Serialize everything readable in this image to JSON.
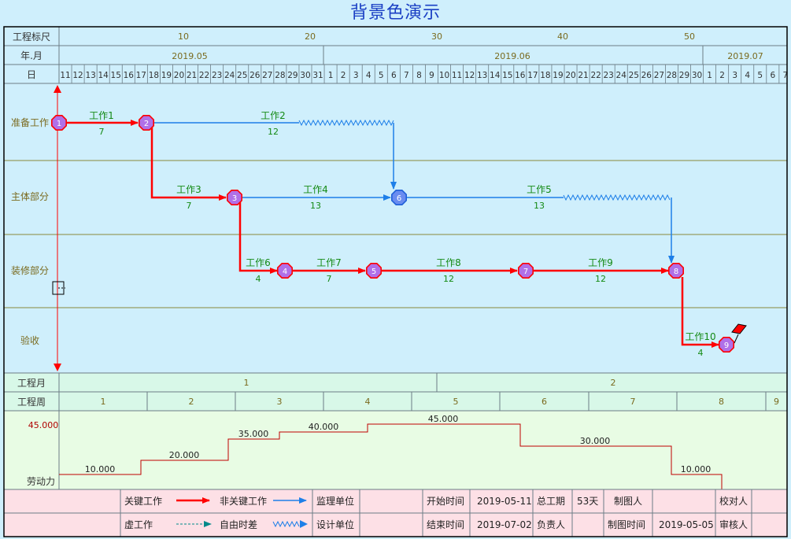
{
  "title": "背景色演示",
  "header": {
    "ruler_label": "工程标尺",
    "month_label": "年.月",
    "day_label": "日",
    "ruler_ticks": [
      "10",
      "20",
      "30",
      "40",
      "50"
    ],
    "months": [
      "2019.05",
      "2019.06",
      "2019.07"
    ],
    "days": [
      "11",
      "12",
      "13",
      "14",
      "15",
      "16",
      "17",
      "18",
      "19",
      "20",
      "21",
      "22",
      "23",
      "24",
      "25",
      "26",
      "27",
      "28",
      "29",
      "30",
      "31",
      "1",
      "2",
      "3",
      "4",
      "5",
      "6",
      "7",
      "8",
      "9",
      "10",
      "11",
      "12",
      "13",
      "14",
      "15",
      "16",
      "17",
      "18",
      "19",
      "20",
      "21",
      "22",
      "23",
      "24",
      "25",
      "26",
      "27",
      "28",
      "29",
      "30",
      "1",
      "2",
      "3",
      "4",
      "5",
      "6",
      "7"
    ]
  },
  "lanes": [
    "准备工作",
    "主体部分",
    "装修部分",
    "验收"
  ],
  "tasks": [
    {
      "name": "工作1",
      "duration": "7",
      "critical": true
    },
    {
      "name": "工作2",
      "duration": "12",
      "critical": false
    },
    {
      "name": "工作3",
      "duration": "7",
      "critical": true
    },
    {
      "name": "工作4",
      "duration": "13",
      "critical": false
    },
    {
      "name": "工作5",
      "duration": "13",
      "critical": false
    },
    {
      "name": "工作6",
      "duration": "4",
      "critical": true
    },
    {
      "name": "工作7",
      "duration": "7",
      "critical": true
    },
    {
      "name": "工作8",
      "duration": "12",
      "critical": true
    },
    {
      "name": "工作9",
      "duration": "12",
      "critical": true
    },
    {
      "name": "工作10",
      "duration": "4",
      "critical": true
    }
  ],
  "nodes": [
    "1",
    "2",
    "3",
    "4",
    "5",
    "6",
    "7",
    "8",
    "9"
  ],
  "bottom": {
    "proj_month_label": "工程月",
    "proj_months": [
      "1",
      "2"
    ],
    "proj_week_label": "工程周",
    "proj_weeks": [
      "1",
      "2",
      "3",
      "4",
      "5",
      "6",
      "7",
      "8",
      "9"
    ],
    "labor_label": "劳动力",
    "labor_max": "45.000",
    "labor_values": [
      "10.000",
      "20.000",
      "35.000",
      "40.000",
      "45.000",
      "30.000",
      "10.000"
    ]
  },
  "legend": {
    "critical": "关键工作",
    "noncritical": "非关键工作",
    "dummy": "虚工作",
    "free_float": "自由时差",
    "supervisor": "监理单位",
    "designer": "设计单位",
    "start_label": "开始时间",
    "start_value": "2019-05-11",
    "end_label": "结束时间",
    "end_value": "2019-07-02",
    "total_label": "总工期",
    "total_value": "53天",
    "owner_label": "负责人",
    "drawer_label": "制图人",
    "draw_time_label": "制图时间",
    "draw_time_value": "2019-05-05",
    "checker_label": "校对人",
    "reviewer_label": "审核人"
  },
  "colors": {
    "critical": "#ff0000",
    "noncritical": "#1e7fe8",
    "node_fill": "#b070e8",
    "grid_text": "#7a6a1e",
    "task_text": "#148a14"
  }
}
